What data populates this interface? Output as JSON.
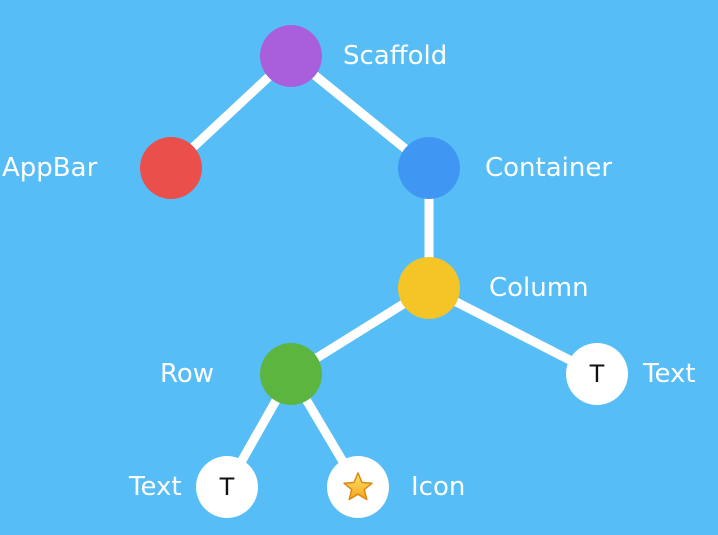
{
  "background_color": "#56bdf6",
  "edge_color": "#ffffff",
  "nodes": {
    "scaffold": {
      "label": "Scaffold",
      "color": "#a95fdc"
    },
    "appbar": {
      "label": "AppBar",
      "color": "#ea4f4c"
    },
    "container": {
      "label": "Container",
      "color": "#3f97f3"
    },
    "column": {
      "label": "Column",
      "color": "#f5c528"
    },
    "row": {
      "label": "Row",
      "color": "#5bb53f"
    },
    "text_right": {
      "label": "Text",
      "glyph": "T",
      "color": "#ffffff"
    },
    "text_bottom": {
      "label": "Text",
      "glyph": "T",
      "color": "#ffffff"
    },
    "icon": {
      "label": "Icon",
      "icon": "star-icon",
      "color": "#ffffff"
    }
  }
}
